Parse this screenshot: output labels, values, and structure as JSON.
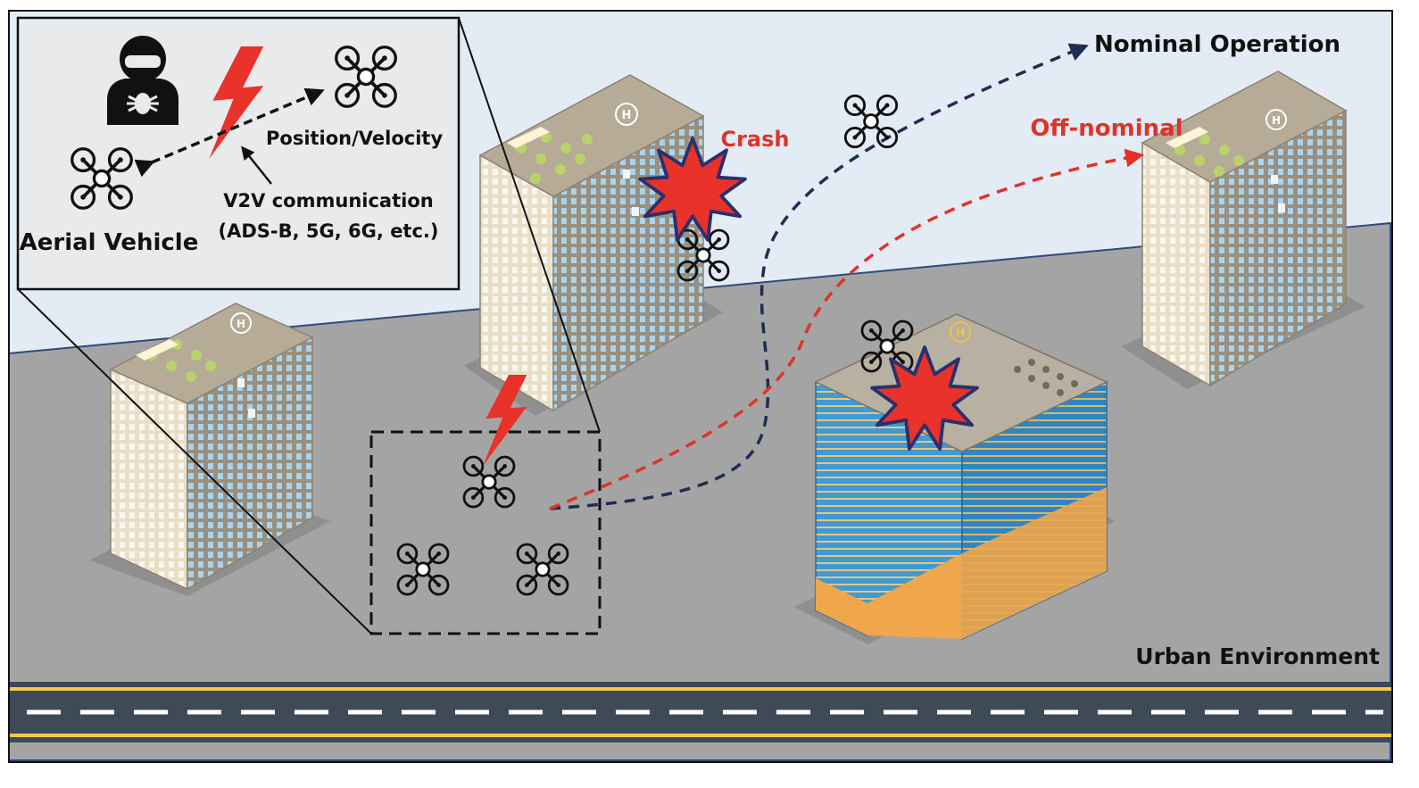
{
  "labels": {
    "nominal_operation": "Nominal Operation",
    "off_nominal": "Off-nominal",
    "crash": "Crash",
    "urban_environment": "Urban Environment",
    "helipad_mark": "H"
  },
  "inset": {
    "position_velocity": "Position/Velocity",
    "v2v_line1": "V2V communication",
    "v2v_line2": "(ADS-B, 5G, 6G, etc.)",
    "aerial_vehicle": "Aerial Vehicle"
  },
  "colors": {
    "sky": "#e3ecf5",
    "ground": "#a4a4a4",
    "road": "#3e4a56",
    "road_edge": "#f2c84b",
    "nominal_path": "#1f2d52",
    "off_nominal_path": "#e03328",
    "alert_red": "#e8322a",
    "burst_outline": "#2a2f6e",
    "building_light": "#e9dfc8",
    "building_dark": "#8c8272",
    "glass_blue": "#3f9ad6",
    "inset_bg": "#e9eaec"
  },
  "icons": [
    "drone-icon",
    "hacker-icon",
    "lightning-icon",
    "crash-burst-icon",
    "helipad-icon"
  ]
}
